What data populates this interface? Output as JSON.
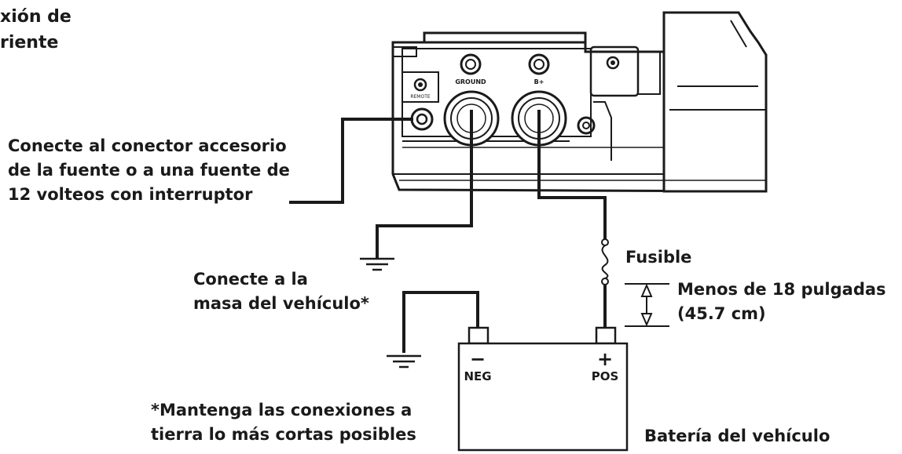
{
  "title_lines": [
    "xión de",
    "riente"
  ],
  "amplifier": {
    "ground_terminal_label": "GROUND",
    "bplus_terminal_label": "B+",
    "remote_terminal_label": "REMOTE"
  },
  "labels": {
    "accessory_lines": [
      "Conecte al conector accesorio",
      "de la fuente o a una fuente de",
      "12 volteos con interruptor"
    ],
    "chassis_ground_lines": [
      "Conecte a la",
      "masa del vehículo*"
    ],
    "fuse": "Fusible",
    "distance_lines": [
      "Menos de 18 pulgadas",
      "(45.7 cm)"
    ],
    "ground_note_lines": [
      "*Mantenga las conexiones a",
      "tierra lo más cortas posibles"
    ],
    "battery": "Batería del vehículo"
  },
  "battery": {
    "neg_symbol": "−",
    "neg_label": "NEG",
    "pos_symbol": "+",
    "pos_label": "POS"
  },
  "colors": {
    "line": "#1a1a1a",
    "background": "#ffffff",
    "unit_fill": "#f3f3f3"
  }
}
